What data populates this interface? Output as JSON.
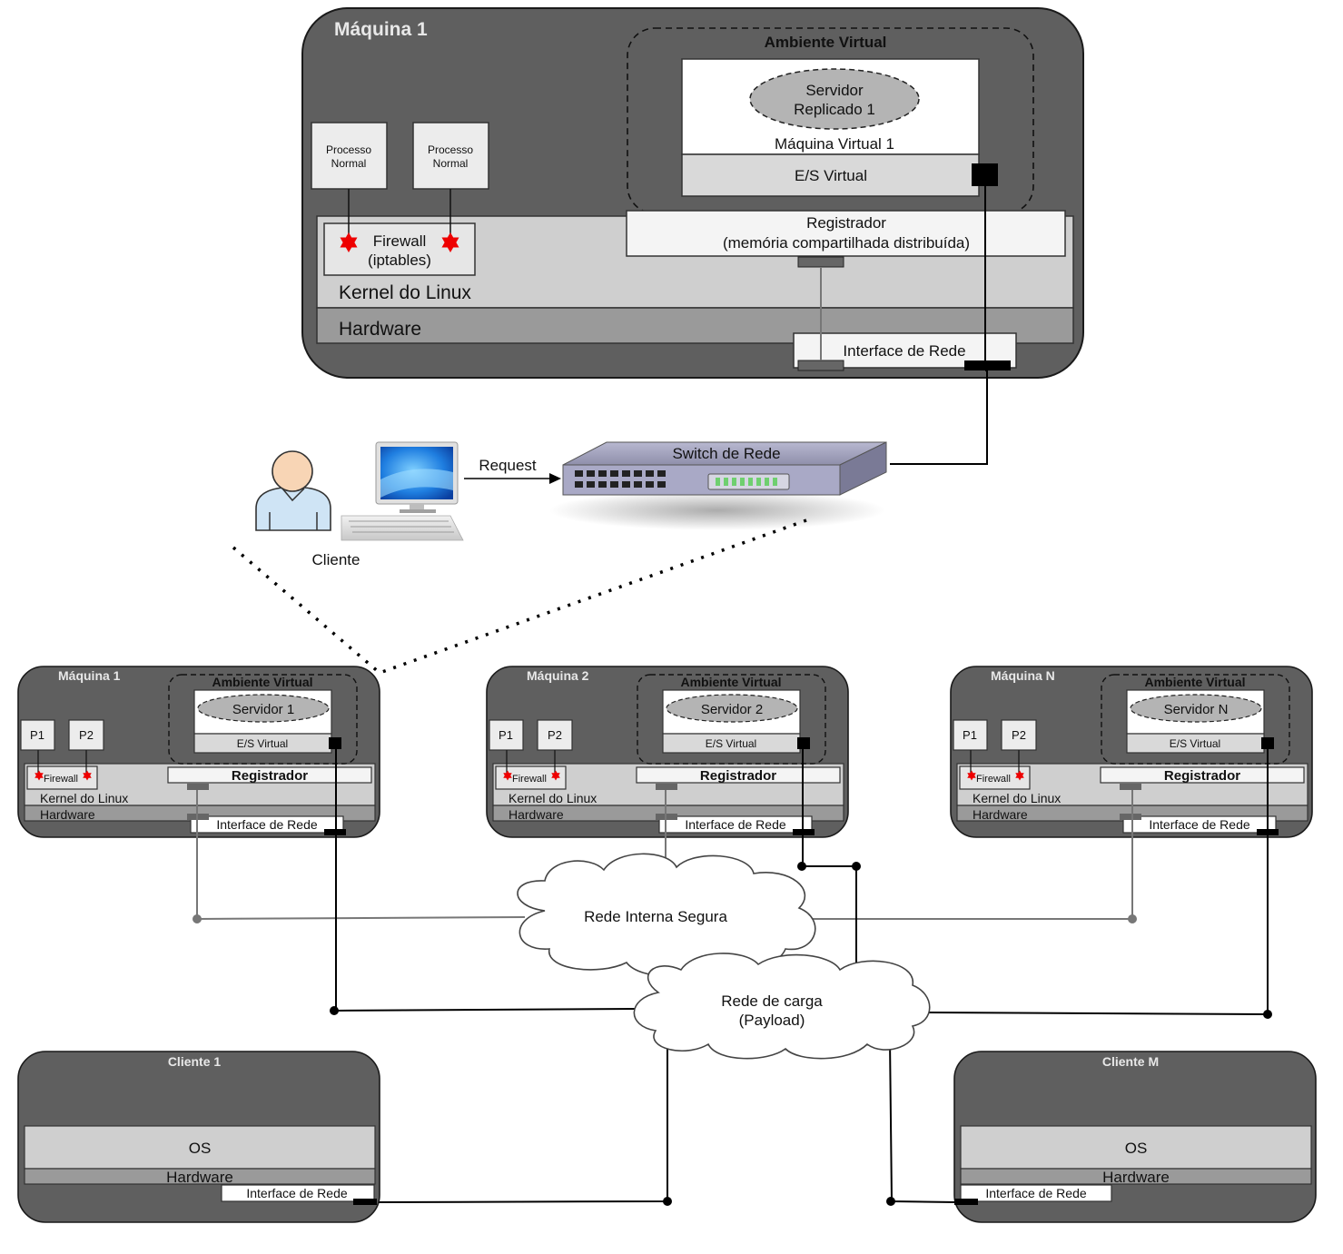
{
  "top_machine": {
    "title": "Máquina 1",
    "virtual_env": "Ambiente Virtual",
    "server_line1": "Servidor",
    "server_line2": "Replicado 1",
    "vm_label": "Máquina Virtual 1",
    "virtual_io": "E/S Virtual",
    "registrar_line1": "Registrador",
    "registrar_line2": "(memória compartilhada distribuída)",
    "process_a_line1": "Processo",
    "process_a_line2": "Normal",
    "process_b_line1": "Processo",
    "process_b_line2": "Normal",
    "firewall_line1": "Firewall",
    "firewall_line2": "(iptables)",
    "kernel": "Kernel do Linux",
    "hardware": "Hardware",
    "nic": "Interface de Rede"
  },
  "client": {
    "label": "Cliente",
    "request": "Request",
    "switch": "Switch de Rede"
  },
  "machines": [
    {
      "title": "Máquina 1",
      "virtual_env": "Ambiente Virtual",
      "server": "Servidor 1",
      "virtual_io": "E/S Virtual",
      "p1": "P1",
      "p2": "P2",
      "firewall": "Firewall",
      "registrar": "Registrador",
      "kernel": "Kernel do Linux",
      "hardware": "Hardware",
      "nic": "Interface de Rede"
    },
    {
      "title": "Máquina 2",
      "virtual_env": "Ambiente Virtual",
      "server": "Servidor 2",
      "virtual_io": "E/S Virtual",
      "p1": "P1",
      "p2": "P2",
      "firewall": "Firewall",
      "registrar": "Registrador",
      "kernel": "Kernel do Linux",
      "hardware": "Hardware",
      "nic": "Interface de Rede"
    },
    {
      "title": "Máquina N",
      "virtual_env": "Ambiente Virtual",
      "server": "Servidor N",
      "virtual_io": "E/S Virtual",
      "p1": "P1",
      "p2": "P2",
      "firewall": "Firewall",
      "registrar": "Registrador",
      "kernel": "Kernel do Linux",
      "hardware": "Hardware",
      "nic": "Interface de Rede"
    }
  ],
  "networks": {
    "internal": "Rede Interna Segura",
    "payload_line1": "Rede de carga",
    "payload_line2": "(Payload)"
  },
  "clients": [
    {
      "title": "Cliente 1",
      "os": "OS",
      "hardware": "Hardware",
      "nic": "Interface de Rede"
    },
    {
      "title": "Cliente M",
      "os": "OS",
      "hardware": "Hardware",
      "nic": "Interface de Rede"
    }
  ],
  "colors": {
    "machine_fill": "#5f5f5f",
    "kernel_fill": "#cfcfcf",
    "hardware_fill": "#9a9a9a",
    "server_ellipse": "#b4b4b4",
    "firewall_star": "#ee0000",
    "internal_link": "#777777",
    "payload_link": "#000000"
  }
}
